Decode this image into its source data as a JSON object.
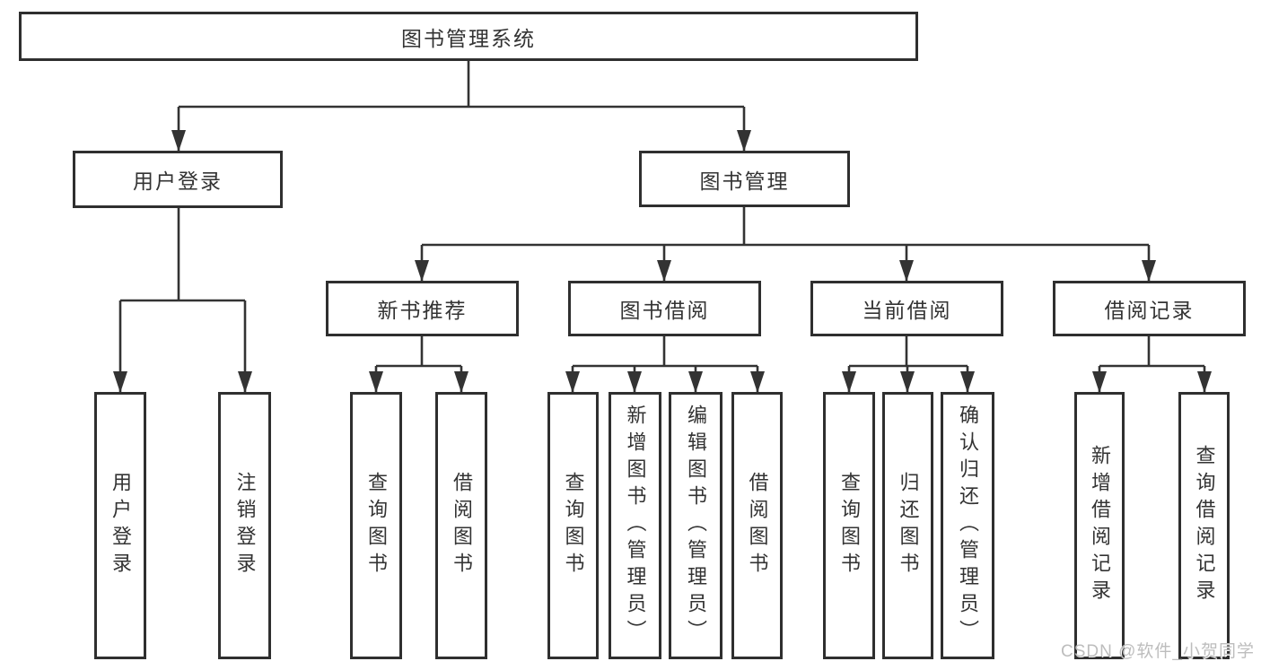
{
  "tree": {
    "label": "图书管理系统",
    "children": [
      {
        "label": "用户登录",
        "children": [
          {
            "label": "用户登录"
          },
          {
            "label": "注销登录"
          }
        ]
      },
      {
        "label": "图书管理",
        "children": [
          {
            "label": "新书推荐",
            "children": [
              {
                "label": "查询图书"
              },
              {
                "label": "借阅图书"
              }
            ]
          },
          {
            "label": "图书借阅",
            "children": [
              {
                "label": "查询图书"
              },
              {
                "label": "新增图书（管理员）"
              },
              {
                "label": "编辑图书（管理员）"
              },
              {
                "label": "借阅图书"
              }
            ]
          },
          {
            "label": "当前借阅",
            "children": [
              {
                "label": "查询图书"
              },
              {
                "label": "归还图书"
              },
              {
                "label": "确认归还（管理员）"
              }
            ]
          },
          {
            "label": "借阅记录",
            "children": [
              {
                "label": "新增借阅记录"
              },
              {
                "label": "查询借阅记录"
              }
            ]
          }
        ]
      }
    ]
  },
  "watermark": "CSDN @软件_小贺同学",
  "colors": {
    "line": "#333333",
    "node_border": "#2f2f2f",
    "text": "#333333",
    "watermark": "#bdbdbd",
    "background": "#ffffff"
  }
}
